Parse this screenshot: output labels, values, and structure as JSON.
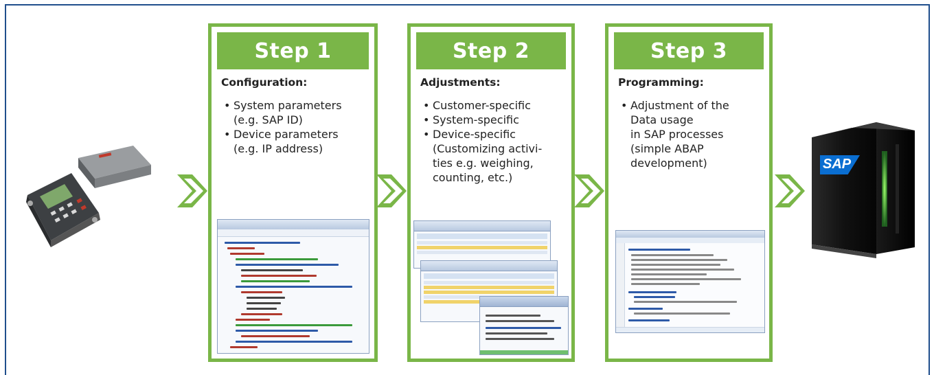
{
  "steps": [
    {
      "title": "Step 1",
      "subtitle": "Configuration:",
      "items": [
        [
          "System parameters",
          "(e.g. SAP ID)"
        ],
        [
          "Device parameters",
          "(e.g. IP address)"
        ]
      ]
    },
    {
      "title": "Step 2",
      "subtitle": "Adjustments:",
      "items": [
        [
          "Customer-specific"
        ],
        [
          "System-specific"
        ],
        [
          "Device-specific",
          "(Customizing activi-",
          "ties e.g. weighing,",
          "counting, etc.)"
        ]
      ]
    },
    {
      "title": "Step 3",
      "subtitle": "Programming:",
      "items": [
        [
          "Adjustment of the",
          "Data usage",
          "in SAP processes",
          "(simple ABAP",
          "development)"
        ]
      ]
    }
  ],
  "sap_logo_text": "SAP",
  "colors": {
    "green": "#7ab648",
    "frame_blue": "#1f4e8c",
    "sap_blue": "#0a6ed1"
  },
  "icons": [
    "scale-device-image",
    "chevron-right-icon",
    "xml-editor-screenshot",
    "sap-data-browser-screenshot",
    "abap-editor-screenshot",
    "sap-server-image"
  ]
}
